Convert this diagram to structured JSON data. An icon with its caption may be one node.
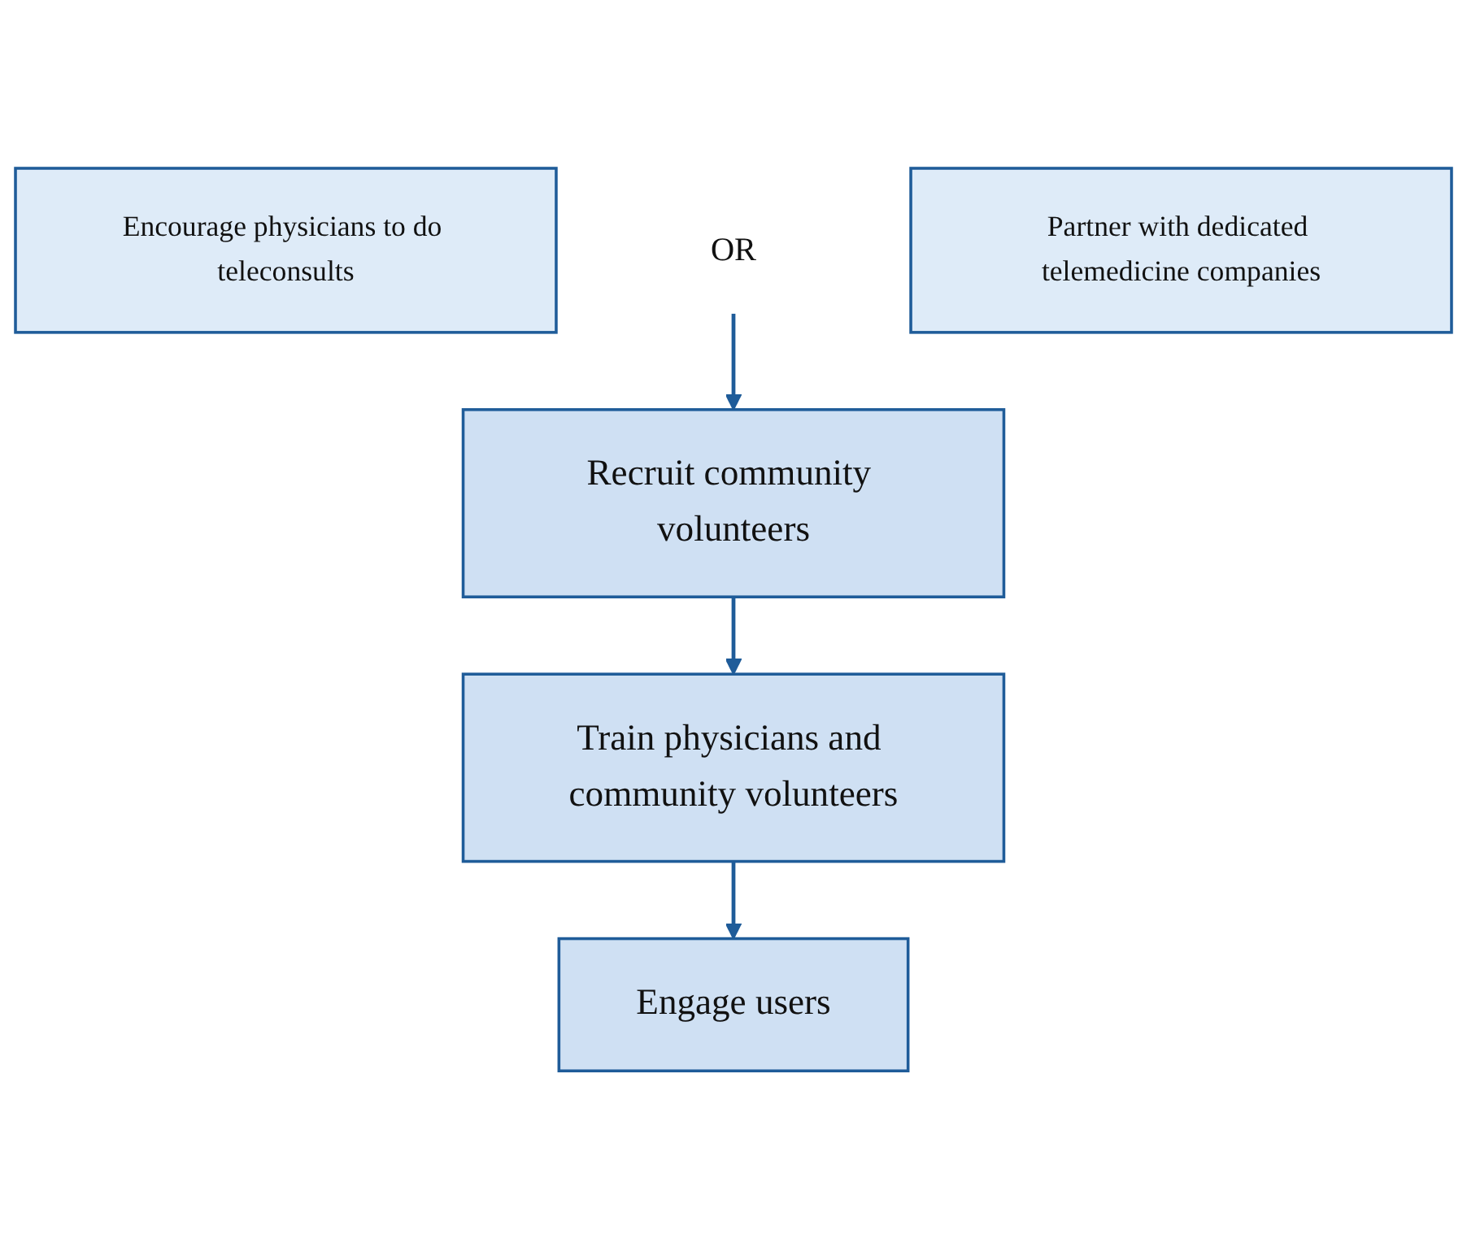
{
  "diagram": {
    "nodes": [
      {
        "text": [
          "Encourage physicians to do teleconsults"
        ]
      },
      {
        "text": [
          "OR"
        ]
      },
      {
        "text": [
          "Partner with dedicated telemedicine companies"
        ]
      },
      {
        "text": [
          "Recruit community volunteers"
        ]
      },
      {
        "text": [
          "Train physicians and community volunteers"
        ]
      },
      {
        "text": [
          "Engage users"
        ]
      }
    ],
    "edges": [
      {
        "from": 1,
        "to": 3,
        "arrow": "to"
      },
      {
        "from": 3,
        "to": 4,
        "arrow": "to"
      },
      {
        "from": 4,
        "to": 5,
        "arrow": "to"
      }
    ]
  }
}
